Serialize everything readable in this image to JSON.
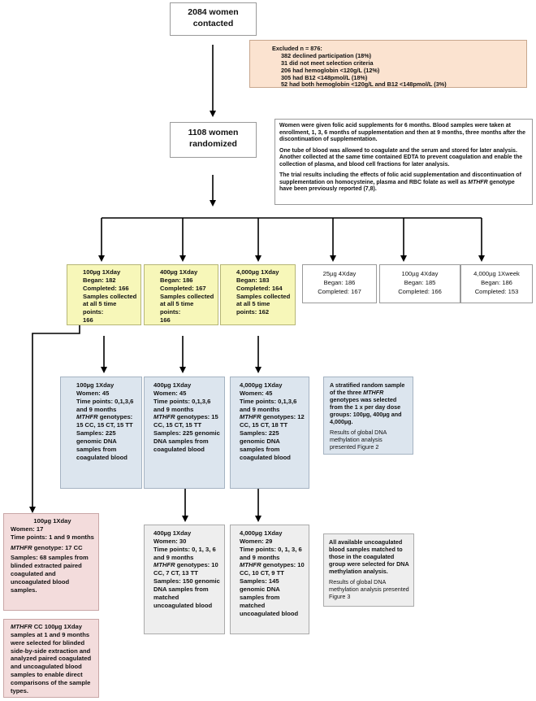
{
  "top": {
    "line1": "2084 women",
    "line2": "contacted"
  },
  "excluded": {
    "title": "Excluded n = 876:",
    "items": [
      "382 declined participation (18%)",
      "31 did not meet selection criteria",
      "206 had hemoglobin <120g/L (12%)",
      "305 had B12 <148pmol/L (18%)",
      "52 had both hemoglobin <120g/L and B12 <148pmol/L (3%)"
    ]
  },
  "randomized": {
    "line1": "1108 women",
    "line2": "randomized"
  },
  "info": {
    "p1": "Women were given folic acid supplements for 6 months.  Blood samples were taken at enrollment, 1, 3, 6 months of supplementation and then at 9 months, three months after the discontinuation of supplementation.",
    "p2": "One  tube of blood was allowed to coagulate and the serum and stored for later analysis.  Another collected at the same time contained EDTA to prevent coagulation and enable the collection of plasma, and blood cell fractions for later analysis.",
    "p3_pre": "The trial results including the effects of folic acid supplementation and discontinuation of supplementation on homocysteine, plasma and RBC folate as well as ",
    "p3_it": "MTHFR",
    "p3_post": " genotype have been previously reported (7,8)."
  },
  "groups": [
    {
      "title": "100µg 1Xday",
      "began": "Began: 182",
      "completed": "Completed: 166",
      "samples1": "Samples collected at all 5 time points:",
      "samples2": "166"
    },
    {
      "title": "400µg 1Xday",
      "began": "Began: 186",
      "completed": "Completed: 167",
      "samples1": "Samples collected at all 5 time points:",
      "samples2": "166"
    },
    {
      "title": "4,000µg 1Xday",
      "began": "Began: 183",
      "completed": "Completed: 164",
      "samples1": "Samples collected at all 5 time",
      "samples2": "points: 162"
    }
  ],
  "other_groups": [
    {
      "title": "25µg 4Xday",
      "began": "Began: 186",
      "completed": "Completed: 167"
    },
    {
      "title": "100µg 4Xday",
      "began": "Began: 185",
      "completed": "Completed: 166"
    },
    {
      "title": "4,000µg 1Xweek",
      "began": "Began: 186",
      "completed": "Completed: 153"
    }
  ],
  "coag": [
    {
      "title": "100µg 1Xday",
      "women": "Women: 45",
      "time": "Time points: 0,1,3,6 and 9 months",
      "geno_label": "MTHFR",
      "geno": " genotypes: 15 CC, 15 CT, 15 TT",
      "samples": "Samples: 225 genomic DNA samples from coagulated blood"
    },
    {
      "title": "400µg 1Xday",
      "women": "Women: 45",
      "time": "Time points: 0,1,3,6 and 9 months",
      "geno_label": "MTHFR",
      "geno": " genotypes: 15 CC, 15 CT, 15 TT",
      "samples": "Samples: 225 genomic DNA samples from coagulated blood"
    },
    {
      "title": "4,000µg 1Xday",
      "women": "Women: 45",
      "time": "Time points: 0,1,3,6 and 9 months",
      "geno_label": "MTHFR",
      "geno": " genotypes: 12 CC, 15 CT, 18 TT",
      "samples": "Samples: 225 genomic DNA samples from coagulated blood"
    }
  ],
  "strat": {
    "p1_pre": "A stratified random sample of the three ",
    "p1_it": "MTHFR",
    "p1_post": " genotypes was selected from the 1 x per day dose groups: 100µg, 400µg and 4,000µg.",
    "p2": "Results of global DNA methylation analysis presented Figure 2"
  },
  "pink1": {
    "title": "100µg 1Xday",
    "women": "Women: 17",
    "time": "Time points: 1 and 9 months",
    "geno_label": "MTHFR",
    "geno": " genotype: 17 CC",
    "samples": "Samples: 68 samples from  blinded extracted paired coagulated  and uncoagulated blood samples."
  },
  "pink2": {
    "pre_it": "MTHFR",
    "text": " CC 100µg 1Xday samples at 1 and 9 months were selected for blinded side-by-side extraction and analyzed paired coagulated and uncoagulated blood samples to enable  direct comparisons of the sample types."
  },
  "uncoag": [
    {
      "title": "400µg 1Xday",
      "women": "Women: 30",
      "time": "Time points: 0, 1, 3, 6 and 9 months",
      "geno_label": "MTHFR",
      "geno": " genotypes: 10 CC, 7 CT, 13 TT",
      "samples": "Samples: 150 genomic DNA samples from matched uncoagulated blood"
    },
    {
      "title": "4,000µg 1Xday",
      "women": "Women: 29",
      "time": "Time points: 0, 1, 3, 6 and 9 months",
      "geno_label": "MTHFR",
      "geno": " genotypes: 10 CC, 10 CT, 9 TT",
      "samples": "Samples: 145 genomic DNA samples from matched uncoagulated blood"
    }
  ],
  "uncoag_note": {
    "p1": "All available uncoagulated blood samples matched to those in the coagulated group were selected for DNA methylation analysis.",
    "p2": "Results of global DNA methylation analysis presented Figure 3"
  }
}
